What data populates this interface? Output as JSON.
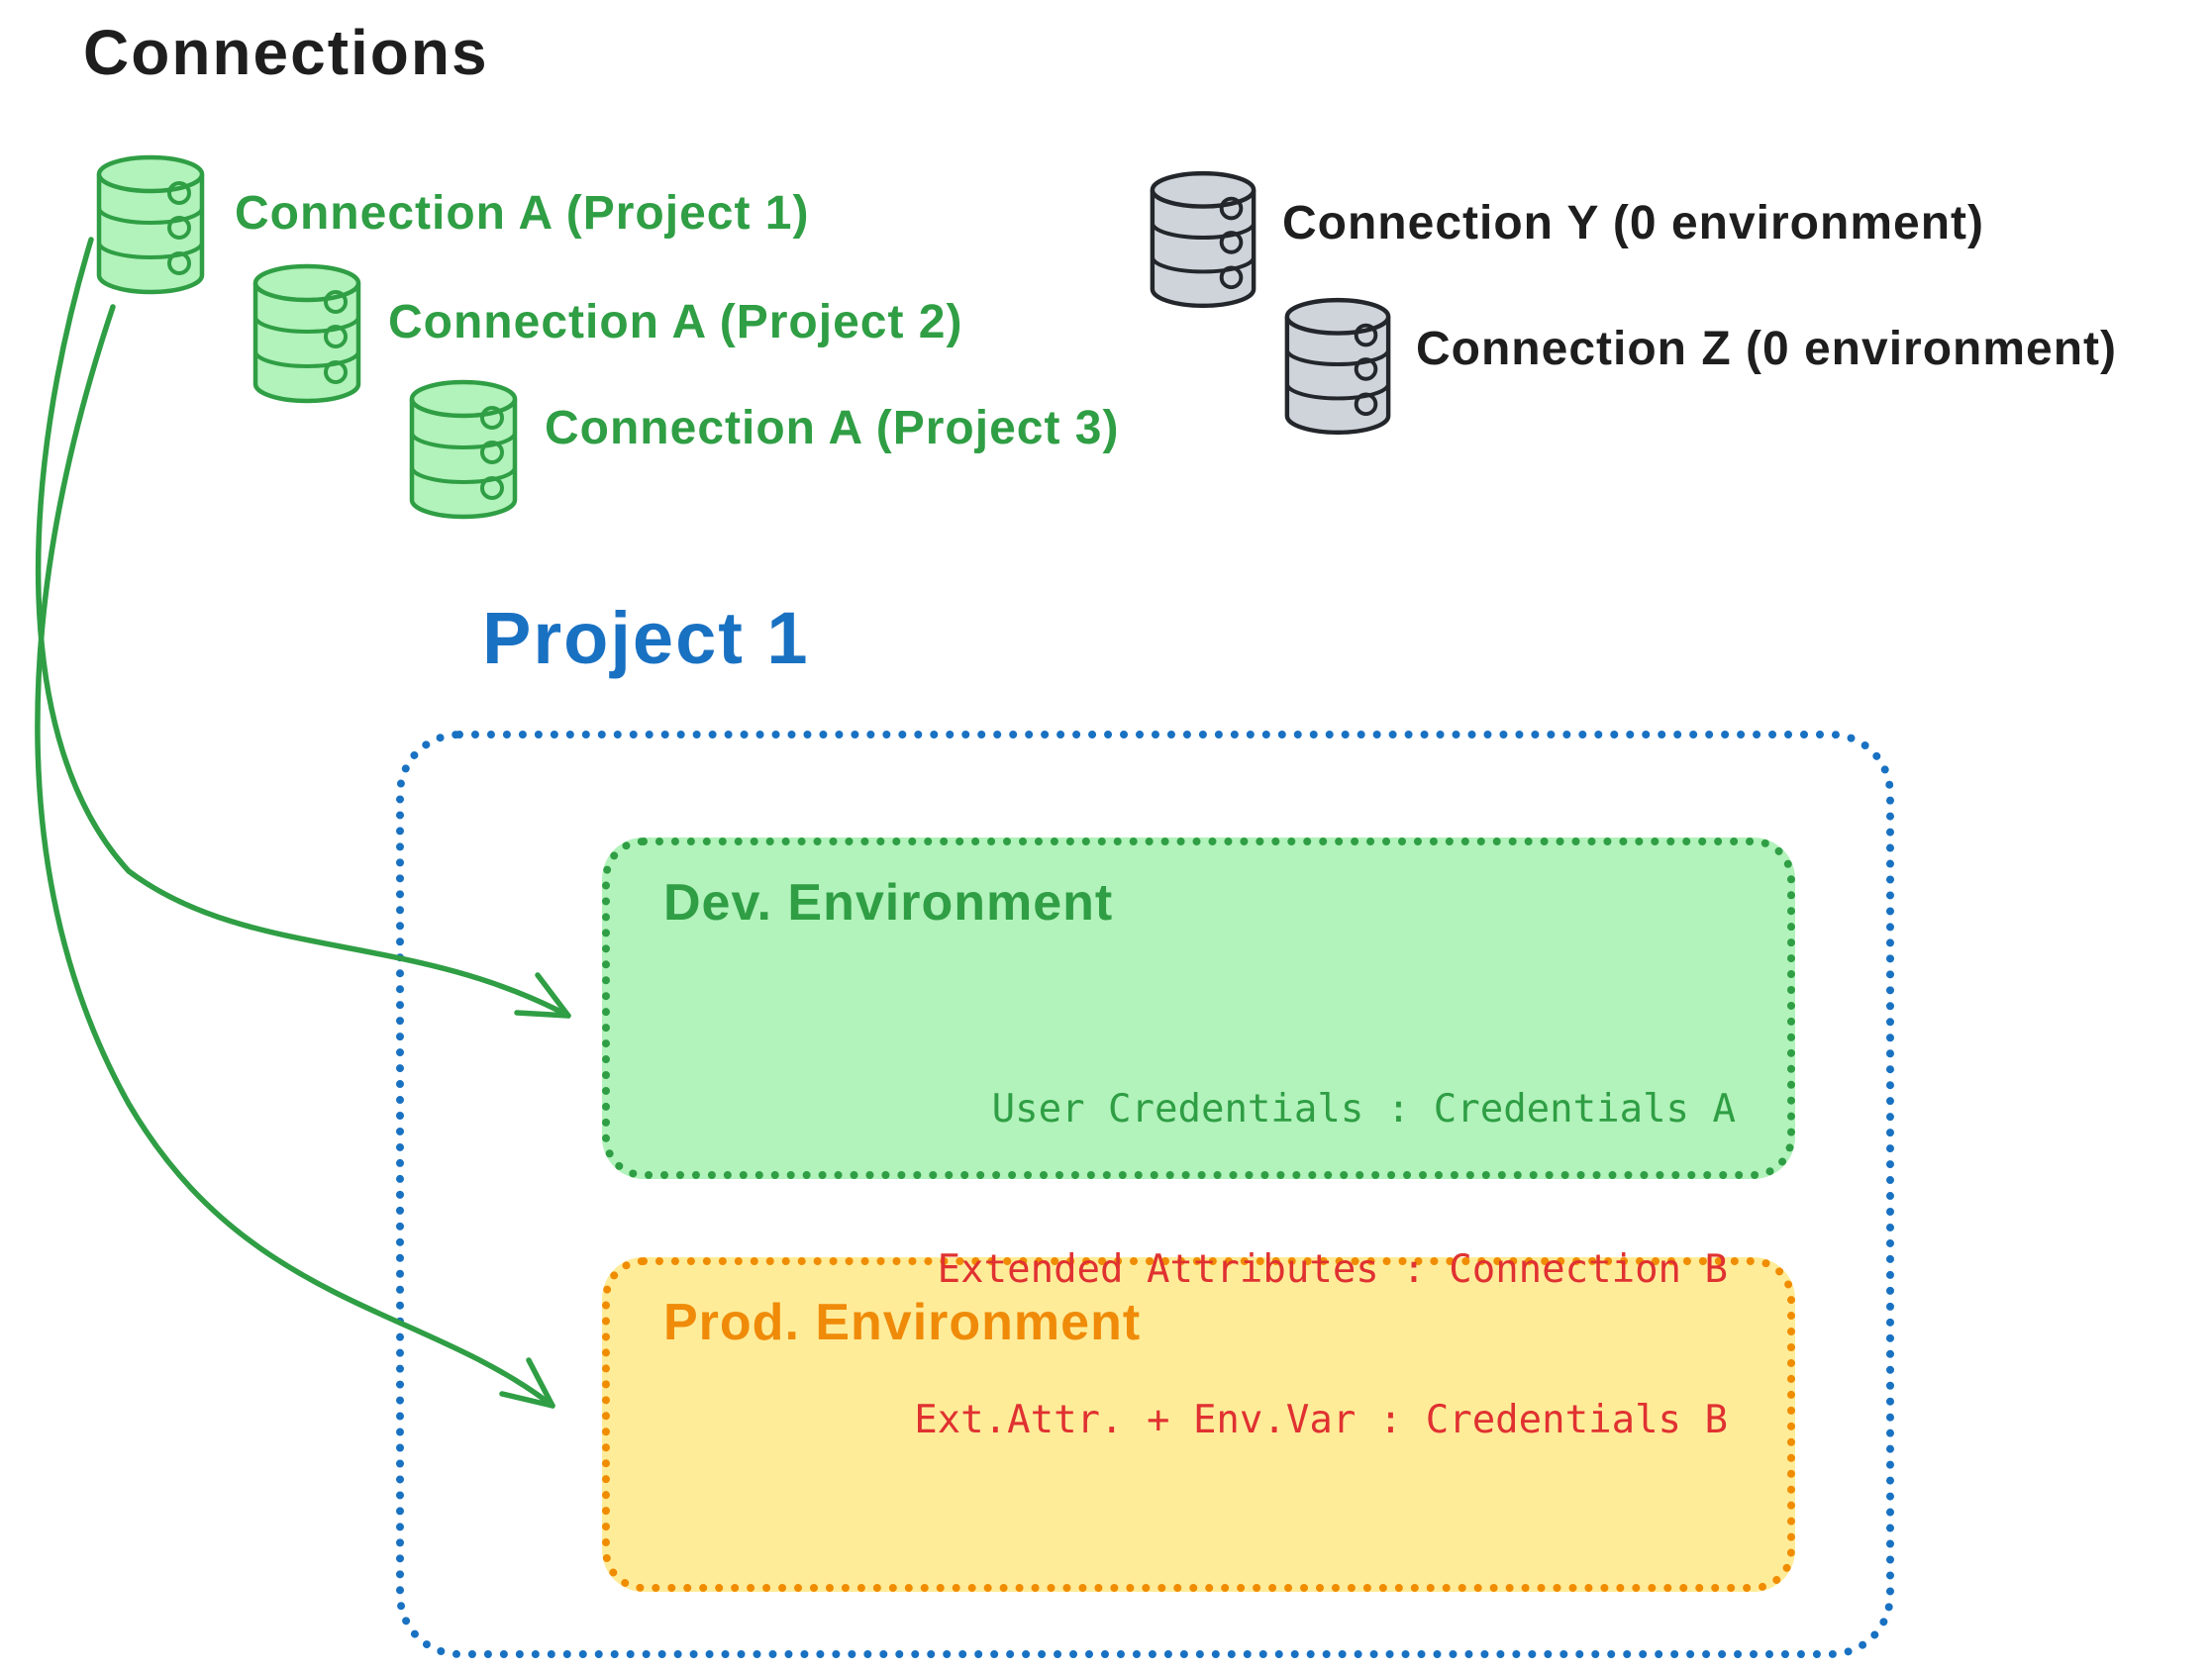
{
  "palette": {
    "black": "#1e1e1e",
    "green_stroke": "#2f9e44",
    "green_fill": "#b2f2bb",
    "blue": "#1971c2",
    "orange_stroke": "#f08c00",
    "orange_text": "#ef8b09",
    "yellow_fill": "#ffec99",
    "red_text": "#e03131",
    "gray_fill": "#ced4da"
  },
  "title": "Connections",
  "connections": {
    "project_scoped": [
      {
        "icon": "database-icon",
        "color": "green",
        "label": "Connection A (Project 1)"
      },
      {
        "icon": "database-icon",
        "color": "green",
        "label": "Connection A (Project 2)"
      },
      {
        "icon": "database-icon",
        "color": "green",
        "label": "Connection A (Project 3)"
      }
    ],
    "unassigned": [
      {
        "icon": "database-icon",
        "color": "gray",
        "label": "Connection Y (0 environment)"
      },
      {
        "icon": "database-icon",
        "color": "gray",
        "label": "Connection Z (0 environment)"
      }
    ]
  },
  "project": {
    "title": "Project 1",
    "environments": [
      {
        "name": "Dev. Environment",
        "type": "dev",
        "bindings": [
          "User Credentials : Credentials A"
        ]
      },
      {
        "name": "Prod. Environment",
        "type": "prod",
        "bindings": [
          "Extended Attributes : Connection B",
          "Ext.Attr. + Env.Var : Credentials B"
        ]
      }
    ]
  }
}
